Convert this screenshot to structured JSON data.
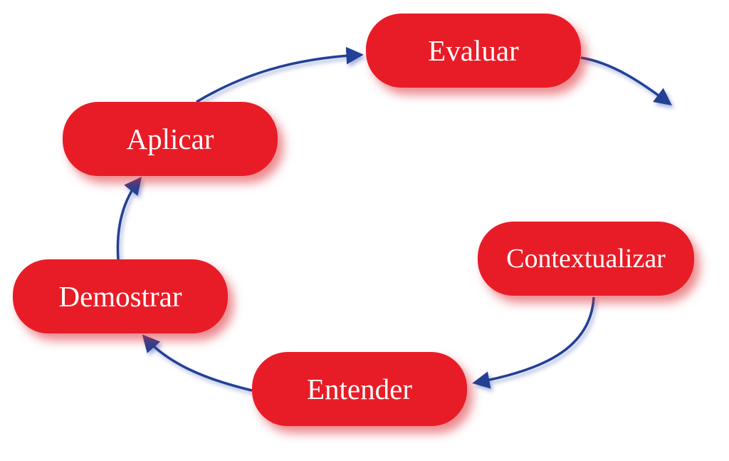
{
  "diagram": {
    "type": "cycle",
    "colors": {
      "node_fill": "#e81c27",
      "node_text": "#ffffff",
      "arrow": "#213f94",
      "background": "#ffffff"
    },
    "nodes": [
      {
        "id": "contextualizar",
        "label": "Contextualizar"
      },
      {
        "id": "entender",
        "label": "Entender"
      },
      {
        "id": "demostrar",
        "label": "Demostrar"
      },
      {
        "id": "aplicar",
        "label": "Aplicar"
      },
      {
        "id": "evaluar",
        "label": "Evaluar"
      }
    ],
    "edges": [
      {
        "from": "contextualizar",
        "to": "entender"
      },
      {
        "from": "entender",
        "to": "demostrar"
      },
      {
        "from": "demostrar",
        "to": "aplicar"
      },
      {
        "from": "aplicar",
        "to": "evaluar"
      },
      {
        "from": "evaluar",
        "to": "open-end"
      }
    ]
  }
}
